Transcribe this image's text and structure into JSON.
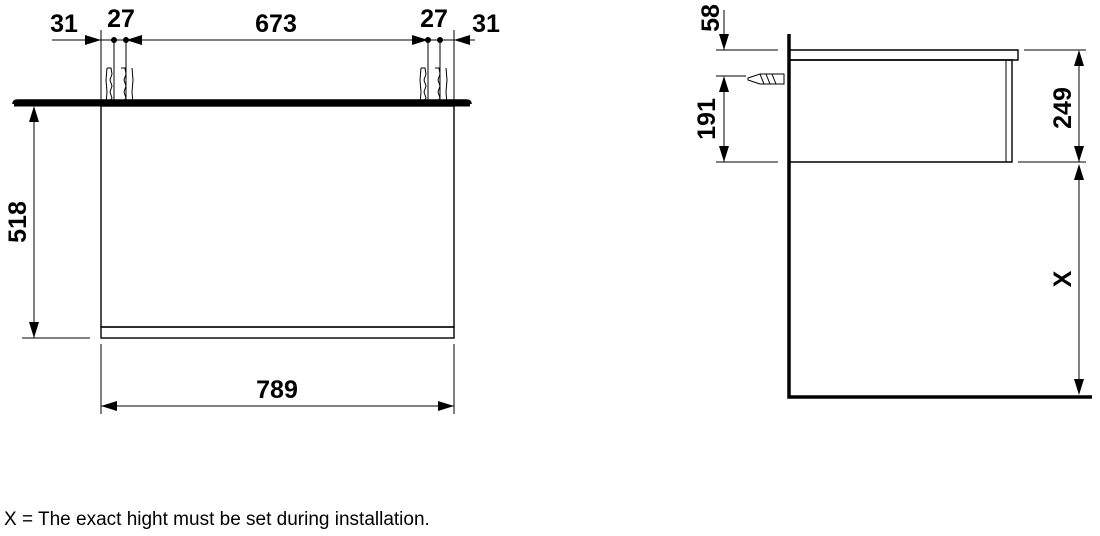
{
  "front_view": {
    "dims": {
      "left_offset": "31",
      "left_fixing": "27",
      "fixing_spacing": "673",
      "right_fixing": "27",
      "right_offset": "31",
      "height": "518",
      "width": "789"
    }
  },
  "side_view": {
    "dims": {
      "top_offset": "58",
      "fixing_height": "191",
      "drawer_height": "249",
      "mounting_height": "X"
    }
  },
  "footnote": "X = The exact hight must be set during installation."
}
